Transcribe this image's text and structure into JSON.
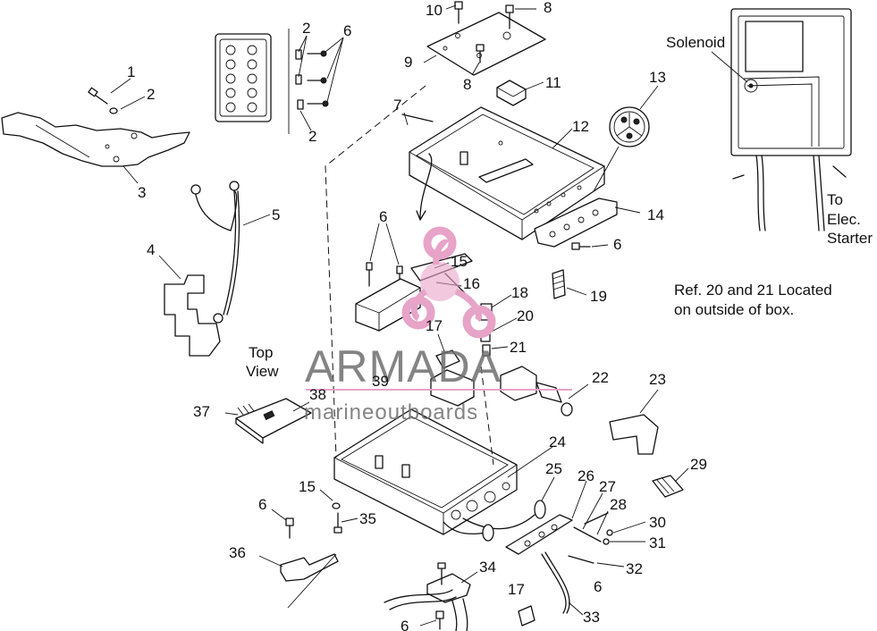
{
  "callouts": {
    "c1": "1",
    "c2a": "2",
    "c3": "3",
    "c2b": "2",
    "c6a": "6",
    "c2c": "2",
    "c10": "10",
    "c8a": "8",
    "c9": "9",
    "c8b": "8",
    "c11": "11",
    "c7": "7",
    "c12": "12",
    "c13": "13",
    "c14": "14",
    "c5": "5",
    "c6b": "6",
    "c4": "4",
    "c15a": "15",
    "c16": "16",
    "c6c": "6",
    "c19": "19",
    "c18": "18",
    "c20": "20",
    "c17a": "17",
    "c21": "21",
    "c39": "39",
    "c22": "22",
    "c23": "23",
    "c38": "38",
    "c37": "37",
    "c24": "24",
    "c29": "29",
    "c25": "25",
    "c26": "26",
    "c27": "27",
    "c28": "28",
    "c15b": "15",
    "c6d": "6",
    "c35": "35",
    "c30": "30",
    "c31": "31",
    "c32": "32",
    "c36": "36",
    "c34": "34",
    "c6e": "6",
    "c17b": "17",
    "c33": "33",
    "c6f": "6"
  },
  "notes": {
    "top_view_line1": "Top",
    "top_view_line2": "View",
    "ref_line1": "Ref. 20 and 21 Located",
    "ref_line2": "on outside of box.",
    "solenoid": "Solenoid",
    "to_line1": "To",
    "to_line2": "Elec.",
    "to_line3": "Starter"
  },
  "watermark": {
    "brand": "ARMADA",
    "tagline": "marineoutboards",
    "color": "#e7a3c8"
  }
}
